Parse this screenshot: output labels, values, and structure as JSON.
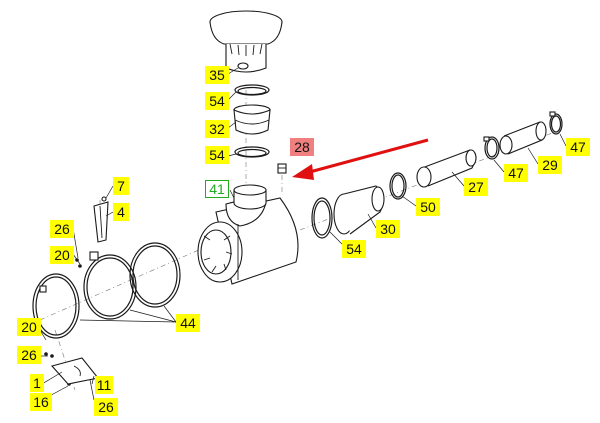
{
  "colors": {
    "callout_background": "#ffff00",
    "highlight_background": "#f08080",
    "highlight_arrow": "#e01010",
    "outline_callout": "#22aa22",
    "linework": "#1a1a1a"
  },
  "callouts": [
    {
      "id": "c35",
      "text": "35"
    },
    {
      "id": "c54a",
      "text": "54"
    },
    {
      "id": "c32",
      "text": "32"
    },
    {
      "id": "c54b",
      "text": "54"
    },
    {
      "id": "c28",
      "text": "28"
    },
    {
      "id": "c41",
      "text": "41"
    },
    {
      "id": "c7",
      "text": "7"
    },
    {
      "id": "c4",
      "text": "4"
    },
    {
      "id": "c26a",
      "text": "26"
    },
    {
      "id": "c20a",
      "text": "20"
    },
    {
      "id": "c54c",
      "text": "54"
    },
    {
      "id": "c30",
      "text": "30"
    },
    {
      "id": "c50",
      "text": "50"
    },
    {
      "id": "c27",
      "text": "27"
    },
    {
      "id": "c47a",
      "text": "47"
    },
    {
      "id": "c29",
      "text": "29"
    },
    {
      "id": "c47b",
      "text": "47"
    },
    {
      "id": "c44",
      "text": "44"
    },
    {
      "id": "c20b",
      "text": "20"
    },
    {
      "id": "c26b",
      "text": "26"
    },
    {
      "id": "c1",
      "text": "1"
    },
    {
      "id": "c16",
      "text": "16"
    },
    {
      "id": "c11",
      "text": "11"
    },
    {
      "id": "c26c",
      "text": "26"
    }
  ]
}
